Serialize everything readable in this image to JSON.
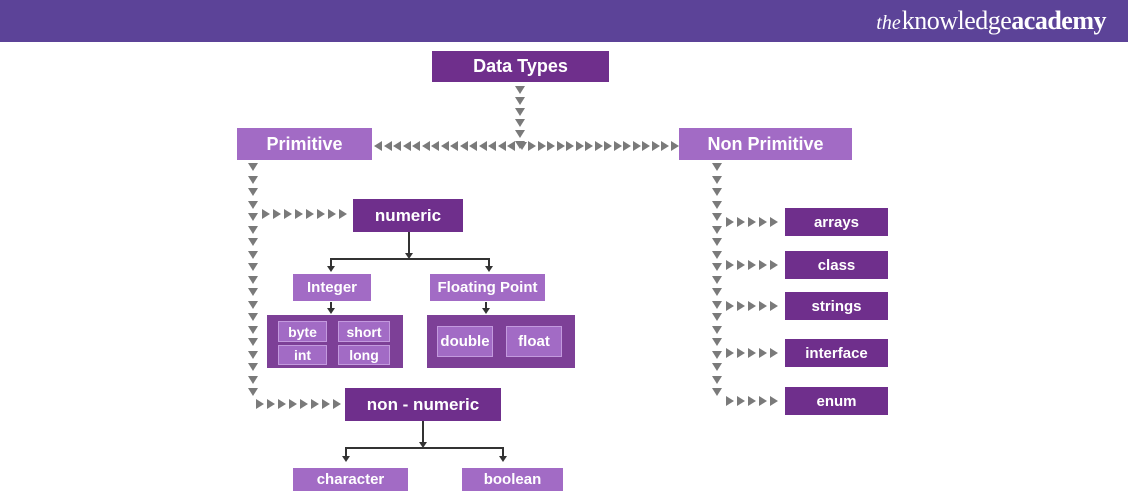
{
  "header": {
    "logo": {
      "the": "the",
      "knowledge": "knowledge",
      "academy": "academy"
    }
  },
  "diagram": {
    "root": {
      "label": "Data Types"
    },
    "primitive": {
      "label": "Primitive",
      "numeric": {
        "label": "numeric",
        "integer": {
          "label": "Integer",
          "types": [
            "byte",
            "short",
            "int",
            "long"
          ]
        },
        "floating_point": {
          "label": "Floating Point",
          "types": [
            "double",
            "float"
          ]
        }
      },
      "non_numeric": {
        "label": "non - numeric",
        "types": [
          "character",
          "boolean"
        ]
      }
    },
    "non_primitive": {
      "label": "Non Primitive",
      "types": [
        "arrays",
        "class",
        "strings",
        "interface",
        "enum"
      ]
    }
  },
  "colors": {
    "header_bg": "#5c4398",
    "box_dark": "#6f2f8c",
    "box_light": "#a26bc5",
    "group_bg": "#7d4097",
    "arrow_gray": "#7a7a7a",
    "connector": "#333333"
  }
}
